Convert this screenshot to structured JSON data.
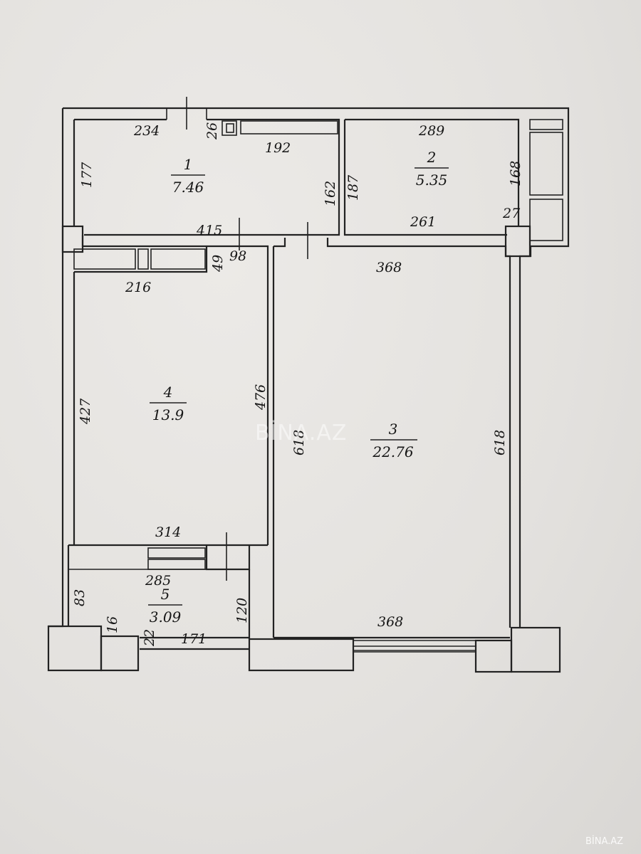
{
  "watermark": "BİNA.AZ",
  "credit": "BİNA.AZ",
  "rooms": [
    {
      "number": "1",
      "area": "7.46"
    },
    {
      "number": "2",
      "area": "5.35"
    },
    {
      "number": "3",
      "area": "22.76"
    },
    {
      "number": "4",
      "area": "13.9"
    },
    {
      "number": "5",
      "area": "3.09"
    }
  ],
  "dimensions": {
    "d234": "234",
    "d26": "26",
    "d192": "192",
    "d177": "177",
    "d162": "162",
    "d187": "187",
    "d415": "415",
    "d98": "98",
    "d289": "289",
    "d168": "168",
    "d261": "261",
    "d27": "27",
    "d368_top": "368",
    "d216": "216",
    "d49": "49",
    "d427": "427",
    "d476": "476",
    "d618_left": "618",
    "d618_right": "618",
    "d314": "314",
    "d285": "285",
    "d83": "83",
    "d120": "120",
    "d368_bottom": "368",
    "d16": "16",
    "d22": "22",
    "d171": "171"
  }
}
